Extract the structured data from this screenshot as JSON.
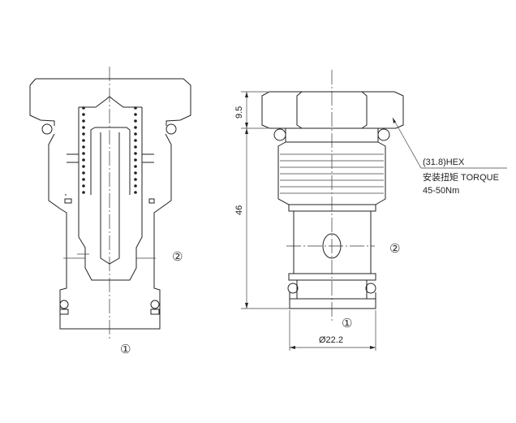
{
  "drawing": {
    "section_view": {
      "port_1": "①",
      "port_2": "②"
    },
    "exterior_view": {
      "port_1": "①",
      "port_2": "②",
      "dim_hex_height": "9.5",
      "dim_length": "46",
      "dim_diameter": "Ø22.2",
      "hex_label": "(31.8)HEX",
      "torque_label": "安装扭矩 TORQUE",
      "torque_value": "45-50Nm"
    }
  }
}
